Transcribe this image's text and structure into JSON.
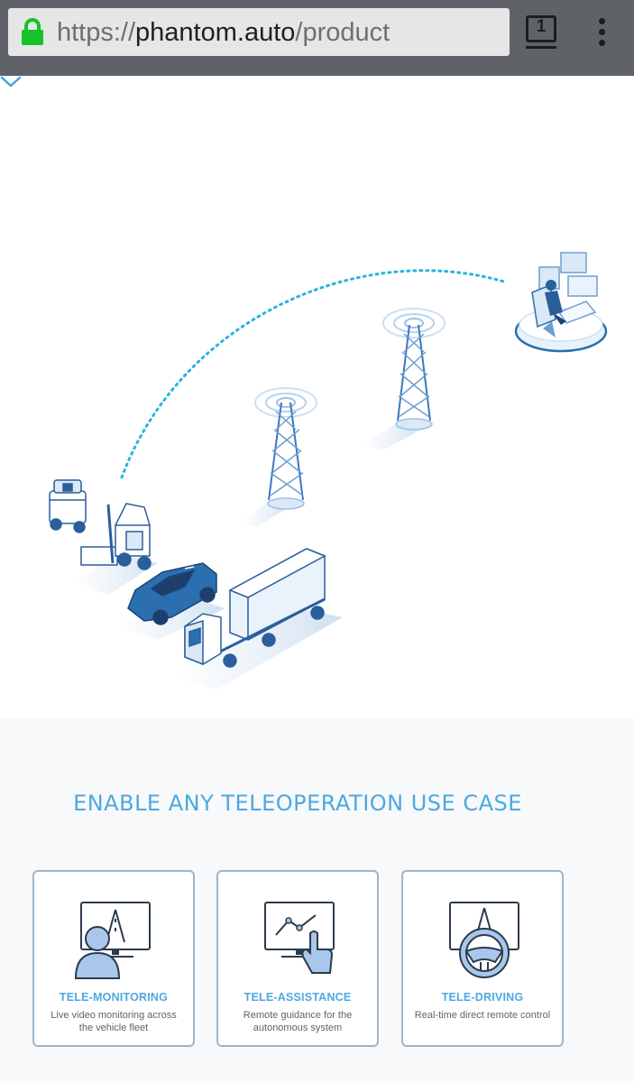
{
  "browser": {
    "url_scheme": "https://",
    "url_host": "phantom.auto",
    "url_path": "/product",
    "tab_count": "1"
  },
  "hero": {
    "illustration": "teleoperation network: vehicles, cell towers, remote operator station",
    "scroll_icon": "chevron-down-icon"
  },
  "section": {
    "title": "ENABLE ANY TELEOPERATION USE CASE"
  },
  "cards": [
    {
      "title": "TELE-MONITORING",
      "description": "Live video monitoring across the vehicle fleet",
      "icon": "monitor-person-icon"
    },
    {
      "title": "TELE-ASSISTANCE",
      "description": "Remote guidance for the autonomous system",
      "icon": "monitor-touch-icon"
    },
    {
      "title": "TELE-DRIVING",
      "description": "Real-time direct remote control",
      "icon": "steering-wheel-icon"
    }
  ],
  "colors": {
    "accent": "#4da8e0",
    "chrome": "#5f6368",
    "illustration_dark": "#2b5f9c",
    "illustration_light": "#dbe8f5"
  }
}
